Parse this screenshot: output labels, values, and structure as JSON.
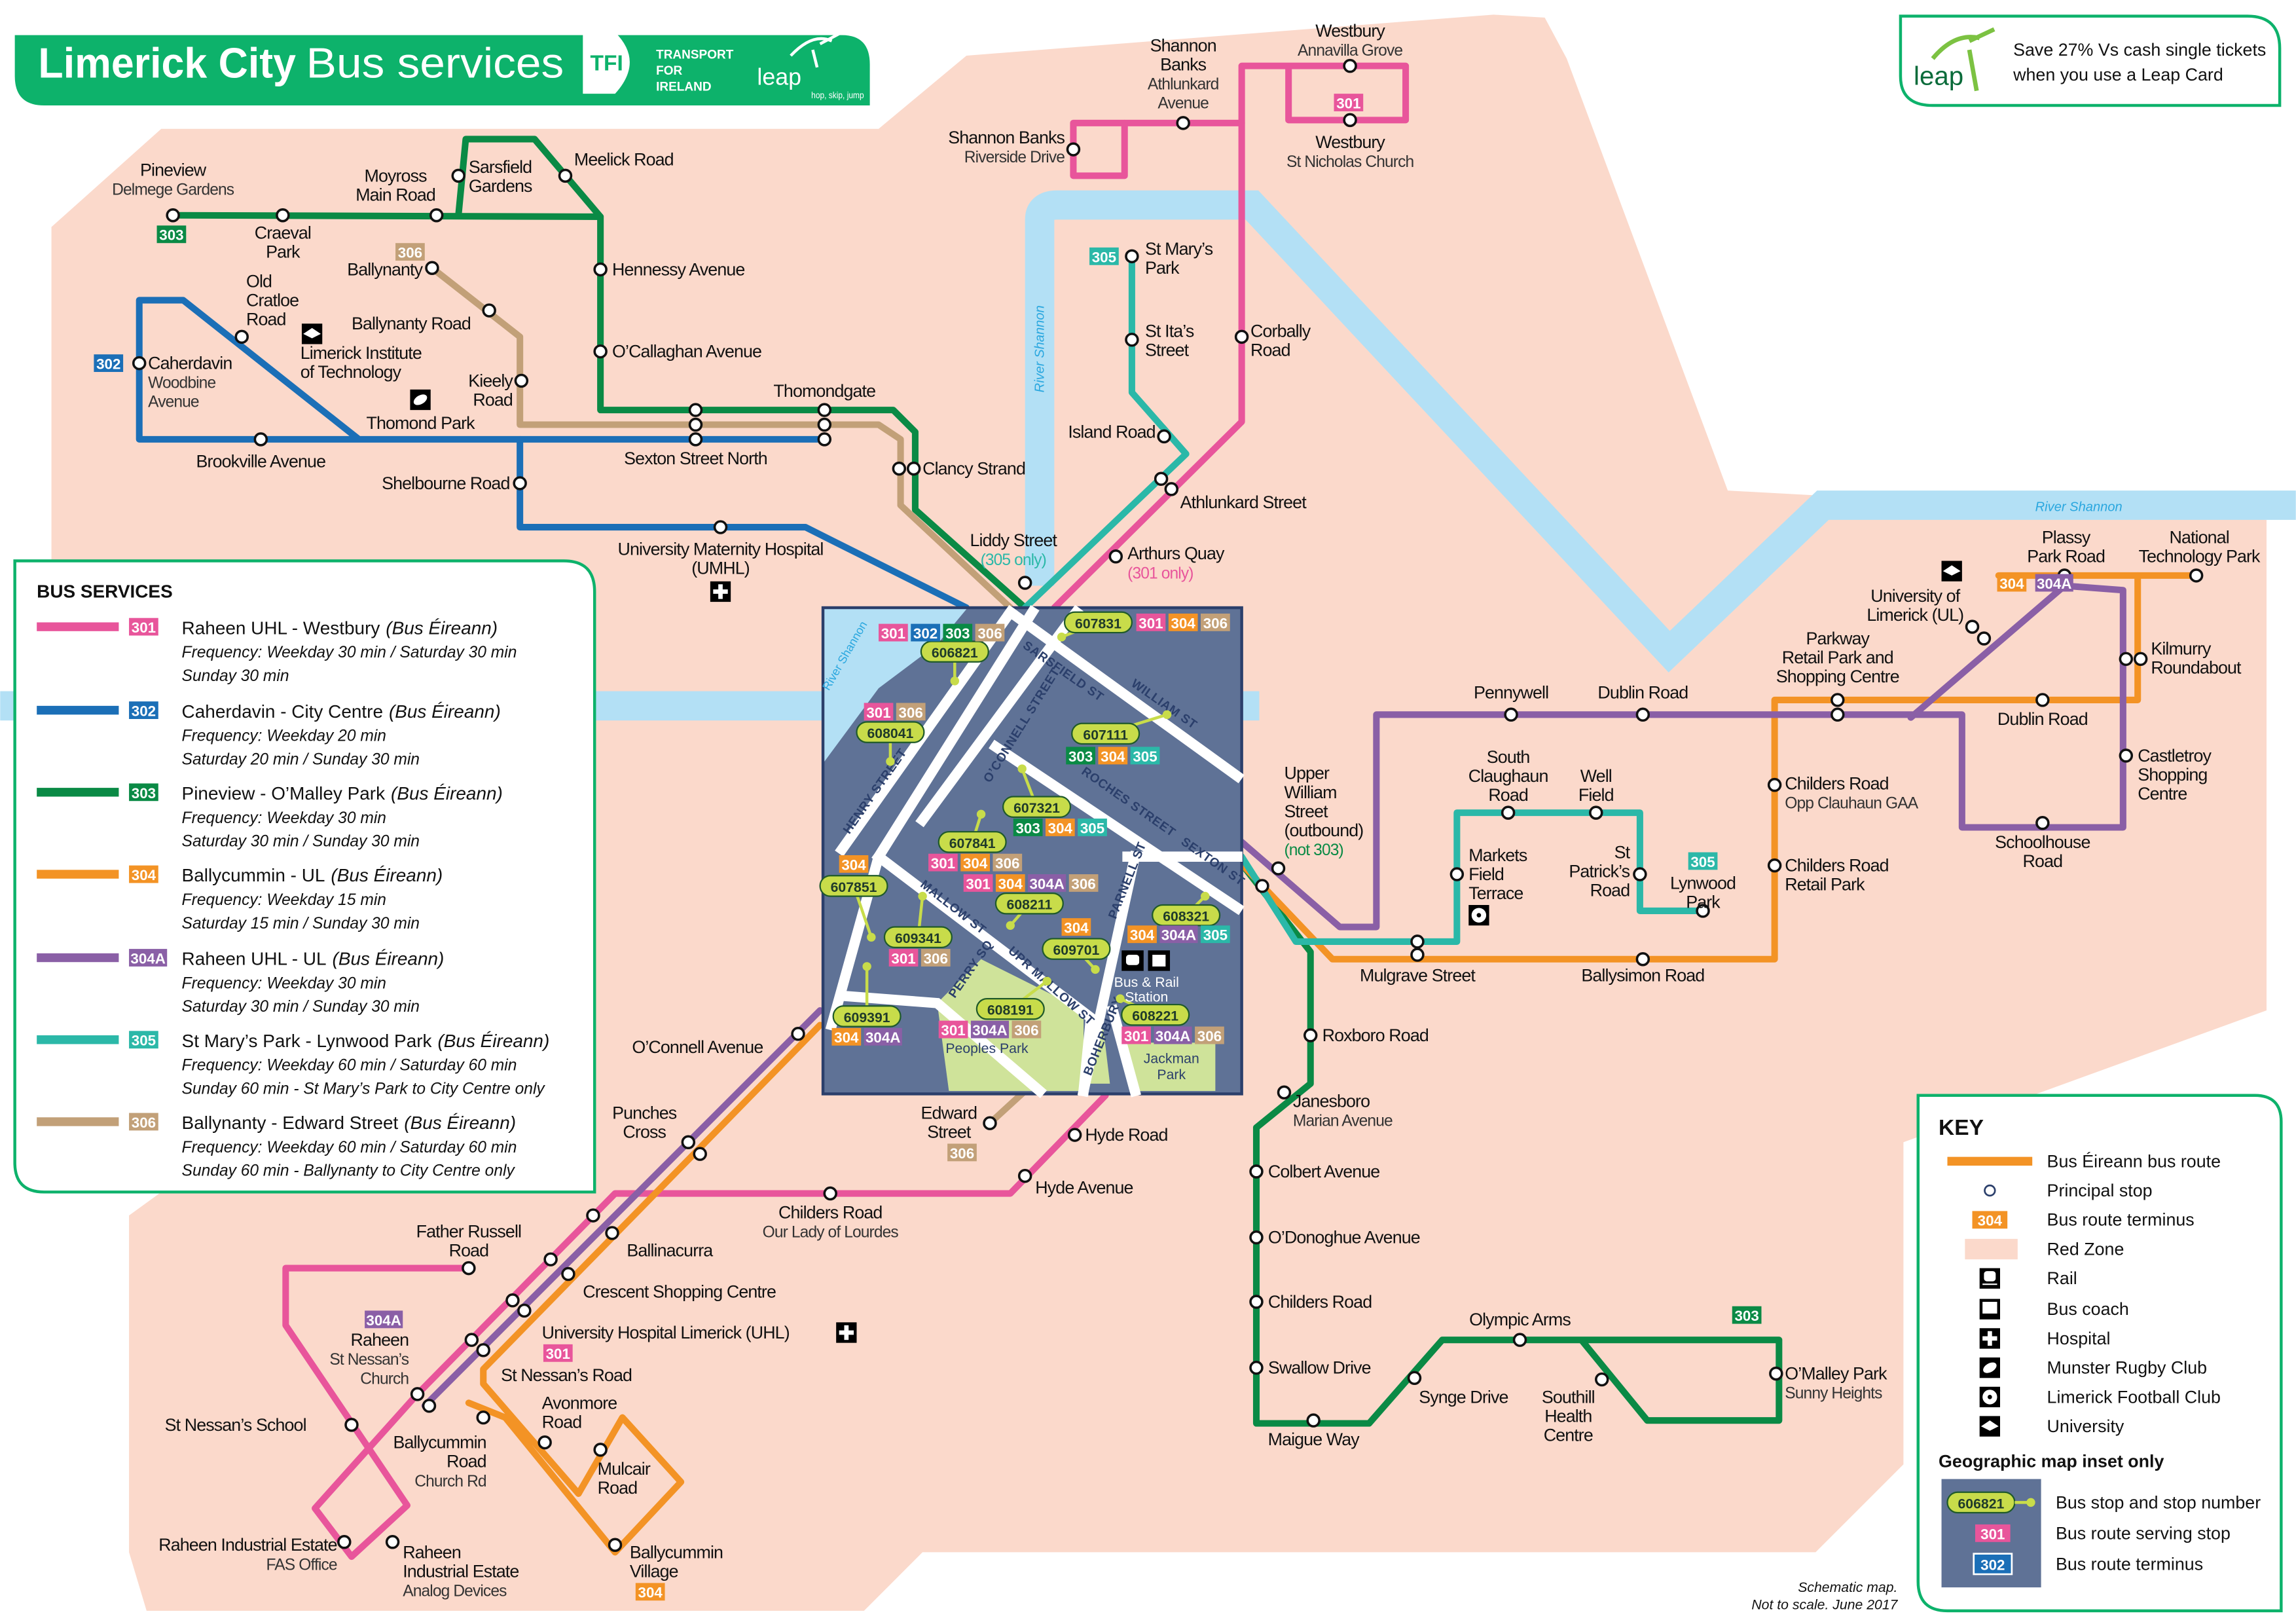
{
  "header": {
    "title_bold": "Limerick City",
    "title_rest": "Bus services",
    "tfi_logo": "TFI",
    "tfi_text": [
      "TRANSPORT",
      "FOR",
      "IRELAND"
    ],
    "leap_logo": "leap",
    "leap_tag": "hop, skip, jump"
  },
  "promo": {
    "leap_logo": "leap",
    "line1": "Save 27% Vs cash single tickets",
    "line2": "when you use a Leap Card"
  },
  "colors": {
    "brand_green": "#0db26b",
    "red_zone": "#fbd9cb",
    "river": "#b3e0f5",
    "inset_bg": "#5f7296"
  },
  "rivers": {
    "north": "River Shannon",
    "east": "River Shannon",
    "inset": "River Shannon"
  },
  "services": {
    "title": "BUS SERVICES",
    "items": [
      {
        "code": "301",
        "color": "#e8559b",
        "route": "Raheen UHL - Westbury",
        "operator": "(Bus Éireann)",
        "freq1": "Frequency: Weekday 30 min / Saturday 30 min",
        "freq2": "Sunday 30 min"
      },
      {
        "code": "302",
        "color": "#1b6fb7",
        "route": "Caherdavin - City Centre",
        "operator": "(Bus Éireann)",
        "freq1": "Frequency: Weekday 20 min",
        "freq2": "Saturday 20 min / Sunday 30 min"
      },
      {
        "code": "303",
        "color": "#0a8a45",
        "route": "Pineview - O’Malley Park",
        "operator": "(Bus Éireann)",
        "freq1": "Frequency: Weekday 30 min",
        "freq2": "Saturday 30 min / Sunday 30 min"
      },
      {
        "code": "304",
        "color": "#f39325",
        "route": "Ballycummin - UL",
        "operator": "(Bus Éireann)",
        "freq1": "Frequency: Weekday 15 min",
        "freq2": "Saturday 15 min / Sunday 30 min"
      },
      {
        "code": "304A",
        "color": "#8a5fa6",
        "route": "Raheen UHL - UL",
        "operator": "(Bus Éireann)",
        "freq1": "Frequency: Weekday 30 min",
        "freq2": "Saturday 30 min / Sunday 30 min"
      },
      {
        "code": "305",
        "color": "#2bb8a8",
        "route": "St Mary’s Park - Lynwood Park",
        "operator": "(Bus Éireann)",
        "freq1": "Frequency: Weekday 60 min / Saturday 60 min",
        "freq2": "Sunday 60 min - St Mary’s Park to City Centre only"
      },
      {
        "code": "306",
        "color": "#c2a078",
        "route": "Ballynanty - Edward Street",
        "operator": "(Bus Éireann)",
        "freq1": "Frequency: Weekday 60 min / Saturday 60 min",
        "freq2": "Sunday 60 min - Ballynanty to City Centre only"
      }
    ]
  },
  "stops": {
    "pineview": {
      "name": [
        "Pineview"
      ],
      "detail": [
        "Delmege Gardens"
      ]
    },
    "craeval": {
      "name": [
        "Craeval",
        "Park"
      ]
    },
    "moyross": {
      "name": [
        "Moyross",
        "Main Road"
      ]
    },
    "sarsfield_gardens": {
      "name": [
        "Sarsfield",
        "Gardens"
      ]
    },
    "meelick": {
      "name": [
        "Meelick Road"
      ]
    },
    "hennessy": {
      "name": [
        "Hennessy Avenue"
      ]
    },
    "ocallaghan": {
      "name": [
        "O’Callaghan Avenue"
      ]
    },
    "ballynanty": {
      "name": [
        "Ballynanty"
      ]
    },
    "ballynanty_road": {
      "name": [
        "Ballynanty Road"
      ]
    },
    "kieely": {
      "name": [
        "Kieely",
        "Road"
      ]
    },
    "old_cratloe": {
      "name": [
        "Old",
        "Cratloe",
        "Road"
      ]
    },
    "caherdavin": {
      "name": [
        "Caherdavin"
      ],
      "detail": [
        "Woodbine",
        "Avenue"
      ]
    },
    "lit": {
      "name": [
        "Limerick Institute",
        "of Technology"
      ]
    },
    "thomond_park": {
      "name": [
        "Thomond Park"
      ]
    },
    "thomondgate": {
      "name": [
        "Thomondgate"
      ]
    },
    "brookville": {
      "name": [
        "Brookville Avenue"
      ]
    },
    "sexton_north": {
      "name": [
        "Sexton Street North"
      ]
    },
    "shelbourne": {
      "name": [
        "Shelbourne Road"
      ]
    },
    "clancy": {
      "name": [
        "Clancy Strand"
      ]
    },
    "umhl": {
      "name": [
        "University Maternity Hospital",
        "(UMHL)"
      ]
    },
    "liddy": {
      "name": [
        "Liddy Street"
      ],
      "note": "(305 only)"
    },
    "arthurs_quay": {
      "name": [
        "Arthurs Quay"
      ],
      "note": "(301 only)"
    },
    "island_road": {
      "name": [
        "Island Road"
      ]
    },
    "athlunkard": {
      "name": [
        "Athlunkard Street"
      ]
    },
    "st_marys": {
      "name": [
        "St Mary’s",
        "Park"
      ]
    },
    "st_itas": {
      "name": [
        "St Ita’s",
        "Street"
      ]
    },
    "corbally": {
      "name": [
        "Corbally",
        "Road"
      ]
    },
    "shannon_banks_ath": {
      "name": [
        "Shannon",
        "Banks"
      ],
      "detail": [
        "Athlunkard",
        "Avenue"
      ]
    },
    "shannon_banks_riv": {
      "name": [
        "Shannon Banks"
      ],
      "detail": [
        "Riverside Drive"
      ]
    },
    "westbury_annavilla": {
      "name": [
        "Westbury"
      ],
      "detail": [
        "Annavilla Grove"
      ]
    },
    "westbury_nicholas": {
      "name": [
        "Westbury"
      ],
      "detail": [
        "St Nicholas Church"
      ]
    },
    "upper_william": {
      "name": [
        "Upper",
        "William",
        "Street",
        "(outbound)"
      ],
      "note": "(not 303)"
    },
    "pennywell": {
      "name": [
        "Pennywell"
      ]
    },
    "dublin_road_1": {
      "name": [
        "Dublin Road"
      ]
    },
    "south_claughaun": {
      "name": [
        "South",
        "Claughaun",
        "Road"
      ]
    },
    "well_field": {
      "name": [
        "Well",
        "Field"
      ]
    },
    "markets_field": {
      "name": [
        "Markets",
        "Field",
        "Terrace"
      ]
    },
    "st_patricks": {
      "name": [
        "St",
        "Patrick’s",
        "Road"
      ]
    },
    "lynwood": {
      "name": [
        "Lynwood",
        "Park"
      ]
    },
    "mulgrave": {
      "name": [
        "Mulgrave Street"
      ]
    },
    "ballysimon": {
      "name": [
        "Ballysimon Road"
      ]
    },
    "childers_gaa": {
      "name": [
        "Childers Road"
      ],
      "detail": [
        "Opp Clauhaun GAA"
      ]
    },
    "childers_retail": {
      "name": [
        "Childers Road",
        "Retail Park"
      ]
    },
    "parkway": {
      "name": [
        "Parkway",
        "Retail Park and",
        "Shopping Centre"
      ]
    },
    "dublin_road_2": {
      "name": [
        "Dublin Road"
      ]
    },
    "ul": {
      "name": [
        "University of",
        "Limerick (UL)"
      ]
    },
    "plassy": {
      "name": [
        "Plassy",
        "Park Road"
      ]
    },
    "ntp": {
      "name": [
        "National",
        "Technology Park"
      ]
    },
    "kilmurry": {
      "name": [
        "Kilmurry",
        "Roundabout"
      ]
    },
    "castletroy": {
      "name": [
        "Castletroy",
        "Shopping",
        "Centre"
      ]
    },
    "schoolhouse": {
      "name": [
        "Schoolhouse",
        "Road"
      ]
    },
    "roxboro": {
      "name": [
        "Roxboro Road"
      ]
    },
    "janesboro": {
      "name": [
        "Janesboro"
      ],
      "detail": [
        "Marian Avenue"
      ]
    },
    "colbert": {
      "name": [
        "Colbert Avenue"
      ]
    },
    "odonoghue": {
      "name": [
        "O’Donoghue Avenue"
      ]
    },
    "childers_south": {
      "name": [
        "Childers Road"
      ]
    },
    "swallow": {
      "name": [
        "Swallow Drive"
      ]
    },
    "maigue": {
      "name": [
        "Maigue Way"
      ]
    },
    "synge": {
      "name": [
        "Synge Drive"
      ]
    },
    "olympic": {
      "name": [
        "Olympic Arms"
      ]
    },
    "southill": {
      "name": [
        "Southill",
        "Health",
        "Centre"
      ]
    },
    "omalley": {
      "name": [
        "O’Malley Park"
      ],
      "detail": [
        "Sunny Heights"
      ]
    },
    "oconnell_ave": {
      "name": [
        "O’Connell Avenue"
      ]
    },
    "edward_st": {
      "name": [
        "Edward",
        "Street"
      ]
    },
    "hyde_road": {
      "name": [
        "Hyde Road"
      ]
    },
    "hyde_ave": {
      "name": [
        "Hyde Avenue"
      ]
    },
    "punches": {
      "name": [
        "Punches",
        "Cross"
      ]
    },
    "childers_lourdes": {
      "name": [
        "Childers Road"
      ],
      "detail": [
        "Our Lady of Lourdes"
      ]
    },
    "father_russell": {
      "name": [
        "Father Russell",
        "Road"
      ]
    },
    "ballinacurra": {
      "name": [
        "Ballinacurra"
      ]
    },
    "crescent": {
      "name": [
        "Crescent Shopping Centre"
      ]
    },
    "uhl": {
      "name": [
        "University Hospital Limerick (UHL)"
      ]
    },
    "st_nessans_road": {
      "name": [
        "St Nessan’s Road"
      ]
    },
    "raheen_church": {
      "name": [
        "Raheen"
      ],
      "detail": [
        "St Nessan’s",
        "Church"
      ]
    },
    "st_nessans_school": {
      "name": [
        "St Nessan’s School"
      ]
    },
    "avonmore": {
      "name": [
        "Avonmore",
        "Road"
      ]
    },
    "ballycummin_road": {
      "name": [
        "Ballycummin",
        "Road"
      ],
      "detail": [
        "Church Rd"
      ]
    },
    "mulcair": {
      "name": [
        "Mulcair",
        "Road"
      ]
    },
    "ballycummin_village": {
      "name": [
        "Ballycummin",
        "Village"
      ]
    },
    "raheen_fas": {
      "name": [
        "Raheen Industrial Estate"
      ],
      "detail": [
        "FAS Office"
      ]
    },
    "raheen_analog": {
      "name": [
        "Raheen",
        "Industrial Estate"
      ],
      "detail": [
        "Analog Devices"
      ]
    }
  },
  "inset": {
    "streets": [
      "SARSFIELD ST",
      "WILLIAM ST",
      "HENRY STREET",
      "O’CONNELL STREET",
      "ROCHES STREET",
      "SEXTON ST",
      "MALLOW ST",
      "PERRY SQ",
      "UPR MALLOW ST",
      "PARNELL ST",
      "BOHERBURY"
    ],
    "places": {
      "station": [
        "Bus & Rail",
        "Station"
      ],
      "peoples_park": "Peoples Park",
      "jackman_park": [
        "Jackman",
        "Park"
      ]
    },
    "stops": [
      {
        "number": "606821",
        "routes": [
          "301",
          "302",
          "303",
          "306"
        ]
      },
      {
        "number": "608041",
        "routes": [
          "301",
          "306"
        ]
      },
      {
        "number": "607831",
        "routes": [
          "301",
          "304",
          "306"
        ]
      },
      {
        "number": "607111",
        "routes": [
          "303",
          "304",
          "305"
        ]
      },
      {
        "number": "607321",
        "routes": [
          "303",
          "304",
          "305"
        ]
      },
      {
        "number": "607841",
        "routes": [
          "301",
          "304",
          "306"
        ]
      },
      {
        "number": "608211",
        "routes": [
          "301",
          "304",
          "304A",
          "306"
        ]
      },
      {
        "number": "609701",
        "routes": [
          "304"
        ]
      },
      {
        "number": "607851",
        "routes": [
          "304"
        ]
      },
      {
        "number": "609341",
        "routes": [
          "301",
          "306"
        ]
      },
      {
        "number": "609391",
        "routes": [
          "304",
          "304A"
        ]
      },
      {
        "number": "608191",
        "routes": [
          "301",
          "304A",
          "306"
        ]
      },
      {
        "number": "608221",
        "routes": [
          "301",
          "304A",
          "306"
        ]
      },
      {
        "number": "608321",
        "routes": [
          "304",
          "304A",
          "305"
        ]
      }
    ]
  },
  "key": {
    "title": "KEY",
    "items": [
      "Bus Éireann bus route",
      "Principal stop",
      "Bus route terminus",
      "Red Zone",
      "Rail",
      "Bus coach",
      "Hospital",
      "Munster Rugby Club",
      "Limerick Football Club",
      "University"
    ],
    "terminus_sample": "304",
    "inset_title": "Geographic map inset only",
    "inset_items": [
      "Bus stop and stop number",
      "Bus route serving stop",
      "Bus route terminus"
    ],
    "inset_stop_sample": "606821",
    "inset_route_sample": "301",
    "inset_terminus_sample": "302"
  },
  "footnote": [
    "Schematic map.",
    "Not to scale. June 2017"
  ]
}
